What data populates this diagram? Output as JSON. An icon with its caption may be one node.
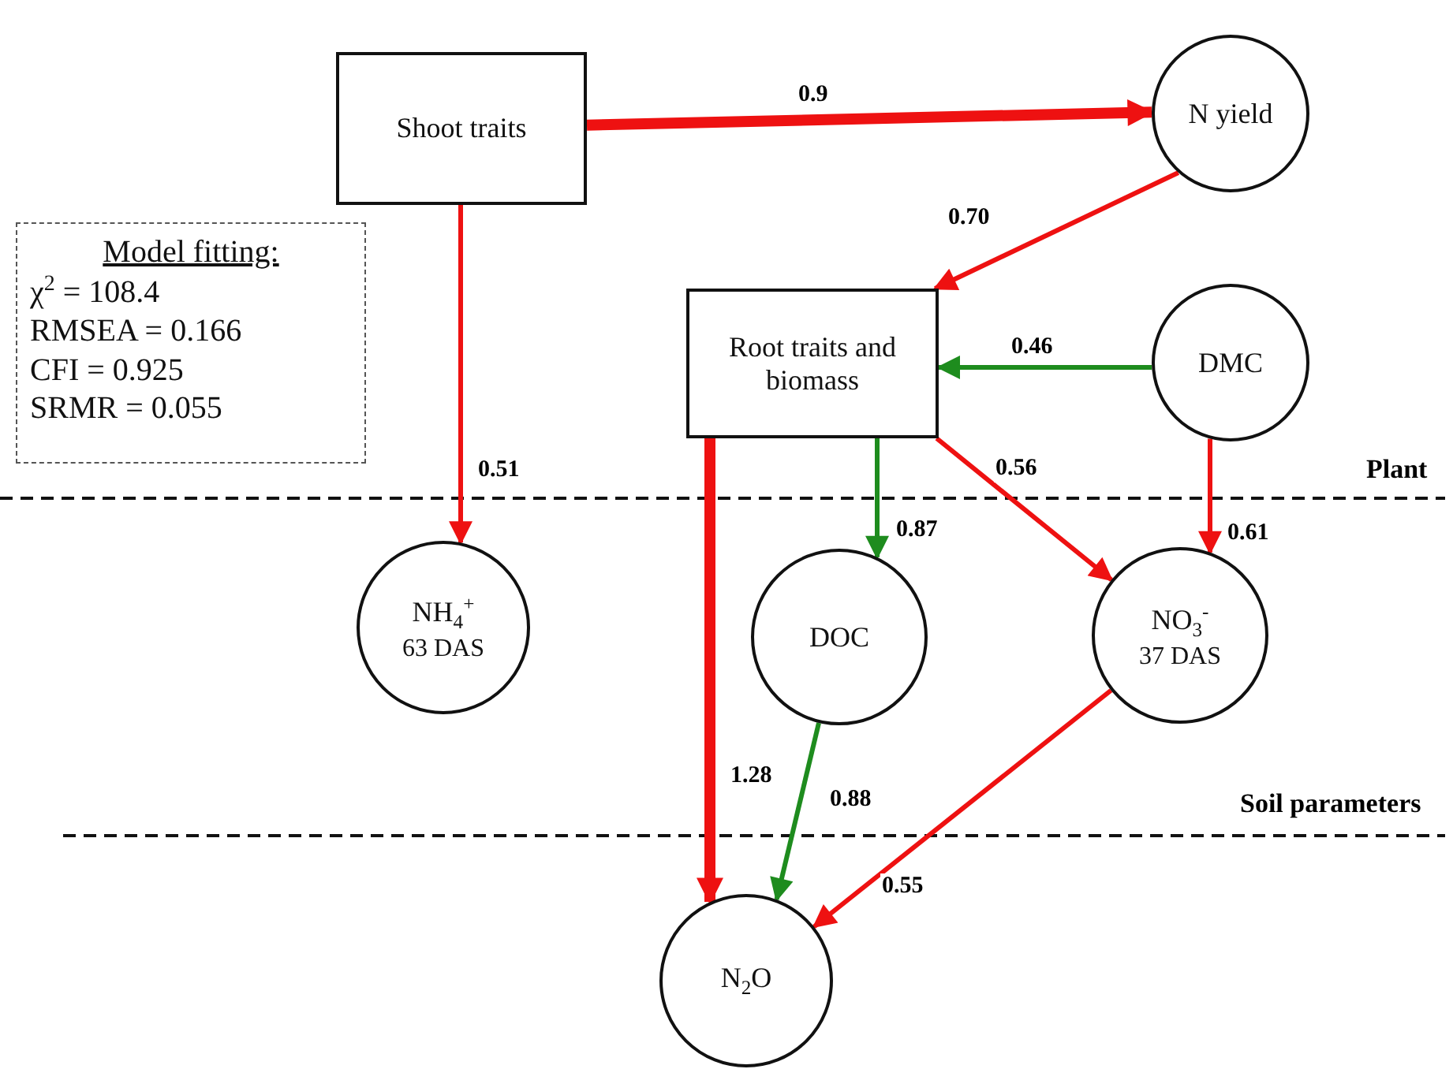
{
  "diagram": {
    "nodes": [
      {
        "text": [
          "Shoot traits"
        ]
      },
      {
        "text": [
          "N yield"
        ]
      },
      {
        "text": [
          "Model fitting:",
          "χ$^{2}$ = 108.4",
          "RMSEA = 0.166",
          "CFI = 0.925",
          "SRMR = 0.055"
        ]
      },
      {
        "text": [
          "Root traits and biomass"
        ]
      },
      {
        "text": [
          "DMC"
        ]
      },
      {
        "text": [
          "NH$_{4}$$^{+}$",
          "63 DAS"
        ]
      },
      {
        "text": [
          "DOC"
        ]
      },
      {
        "text": [
          "NO$_{3}$$^{-}$",
          "37 DAS"
        ]
      },
      {
        "text": [
          "N$_{2}$O"
        ]
      }
    ],
    "edges": [
      {
        "from": 0,
        "to": 1,
        "arrow": "to",
        "label": "0.9",
        "style": "thick"
      },
      {
        "from": 1,
        "to": 3,
        "arrow": "to",
        "label": "0.70"
      },
      {
        "from": 0,
        "to": 5,
        "arrow": "to",
        "label": "0.51"
      },
      {
        "from": 4,
        "to": 3,
        "arrow": "to",
        "label": "0.46",
        "color": "#1e8c1e"
      },
      {
        "from": 3,
        "to": 8,
        "arrow": "to",
        "label": "1.28",
        "style": "thick"
      },
      {
        "from": 3,
        "to": 6,
        "arrow": "to",
        "label": "0.87",
        "color": "#1e8c1e"
      },
      {
        "from": 3,
        "to": 7,
        "arrow": "to",
        "label": "0.56"
      },
      {
        "from": 4,
        "to": 7,
        "arrow": "to",
        "label": "0.61"
      },
      {
        "from": 6,
        "to": 8,
        "arrow": "to",
        "label": "0.88",
        "color": "#1e8c1e"
      },
      {
        "from": 7,
        "to": 8,
        "arrow": "to",
        "label": "0.55"
      }
    ],
    "labels": [
      "Plant",
      "Soil parameters"
    ]
  }
}
